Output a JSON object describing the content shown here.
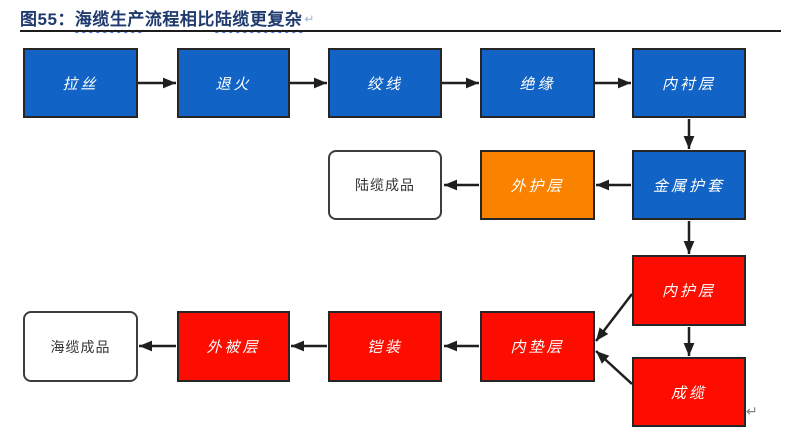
{
  "figure": {
    "title_prefix": "图55：",
    "title_wavy_1": "海缆生产",
    "title_plain": "流程相比",
    "title_wavy_2": "陆缆更复杂",
    "paragraph_mark": "↵",
    "end_paragraph_mark": "↵"
  },
  "colors": {
    "blue": "#1164c6",
    "orange": "#f98200",
    "red": "#fc0d00",
    "title": "#1f3a6e",
    "squiggle": "#3b6ae8",
    "arrow": "#1f1f1f",
    "border": "#262626"
  },
  "nodes": [
    {
      "id": "wire-drawing",
      "label": "拉丝",
      "color": "blue"
    },
    {
      "id": "annealing",
      "label": "退火",
      "color": "blue"
    },
    {
      "id": "stranding",
      "label": "绞线",
      "color": "blue"
    },
    {
      "id": "insulation",
      "label": "绝缘",
      "color": "blue"
    },
    {
      "id": "inner-lining",
      "label": "内衬层",
      "color": "blue"
    },
    {
      "id": "land-cable-product",
      "label": "陆缆成品",
      "color": "white"
    },
    {
      "id": "outer-sheath",
      "label": "外护层",
      "color": "orange"
    },
    {
      "id": "metal-sheath",
      "label": "金属护套",
      "color": "blue"
    },
    {
      "id": "inner-sheath",
      "label": "内护层",
      "color": "red"
    },
    {
      "id": "submarine-cable-product",
      "label": "海缆成品",
      "color": "white"
    },
    {
      "id": "outer-serving",
      "label": "外被层",
      "color": "red"
    },
    {
      "id": "armoring",
      "label": "铠装",
      "color": "red"
    },
    {
      "id": "inner-bedding",
      "label": "内垫层",
      "color": "red"
    },
    {
      "id": "cabling",
      "label": "成缆",
      "color": "red"
    }
  ],
  "edges": [
    "拉丝→退火",
    "退火→绞线",
    "绞线→绝缘",
    "绝缘→内衬层",
    "内衬层→金属护套",
    "金属护套→外护层",
    "外护层→陆缆成品",
    "金属护套→内护层",
    "内护层→成缆",
    "内护层→内垫层",
    "成缆→内垫层",
    "内垫层→铠装",
    "铠装→外被层",
    "外被层→海缆成品"
  ]
}
